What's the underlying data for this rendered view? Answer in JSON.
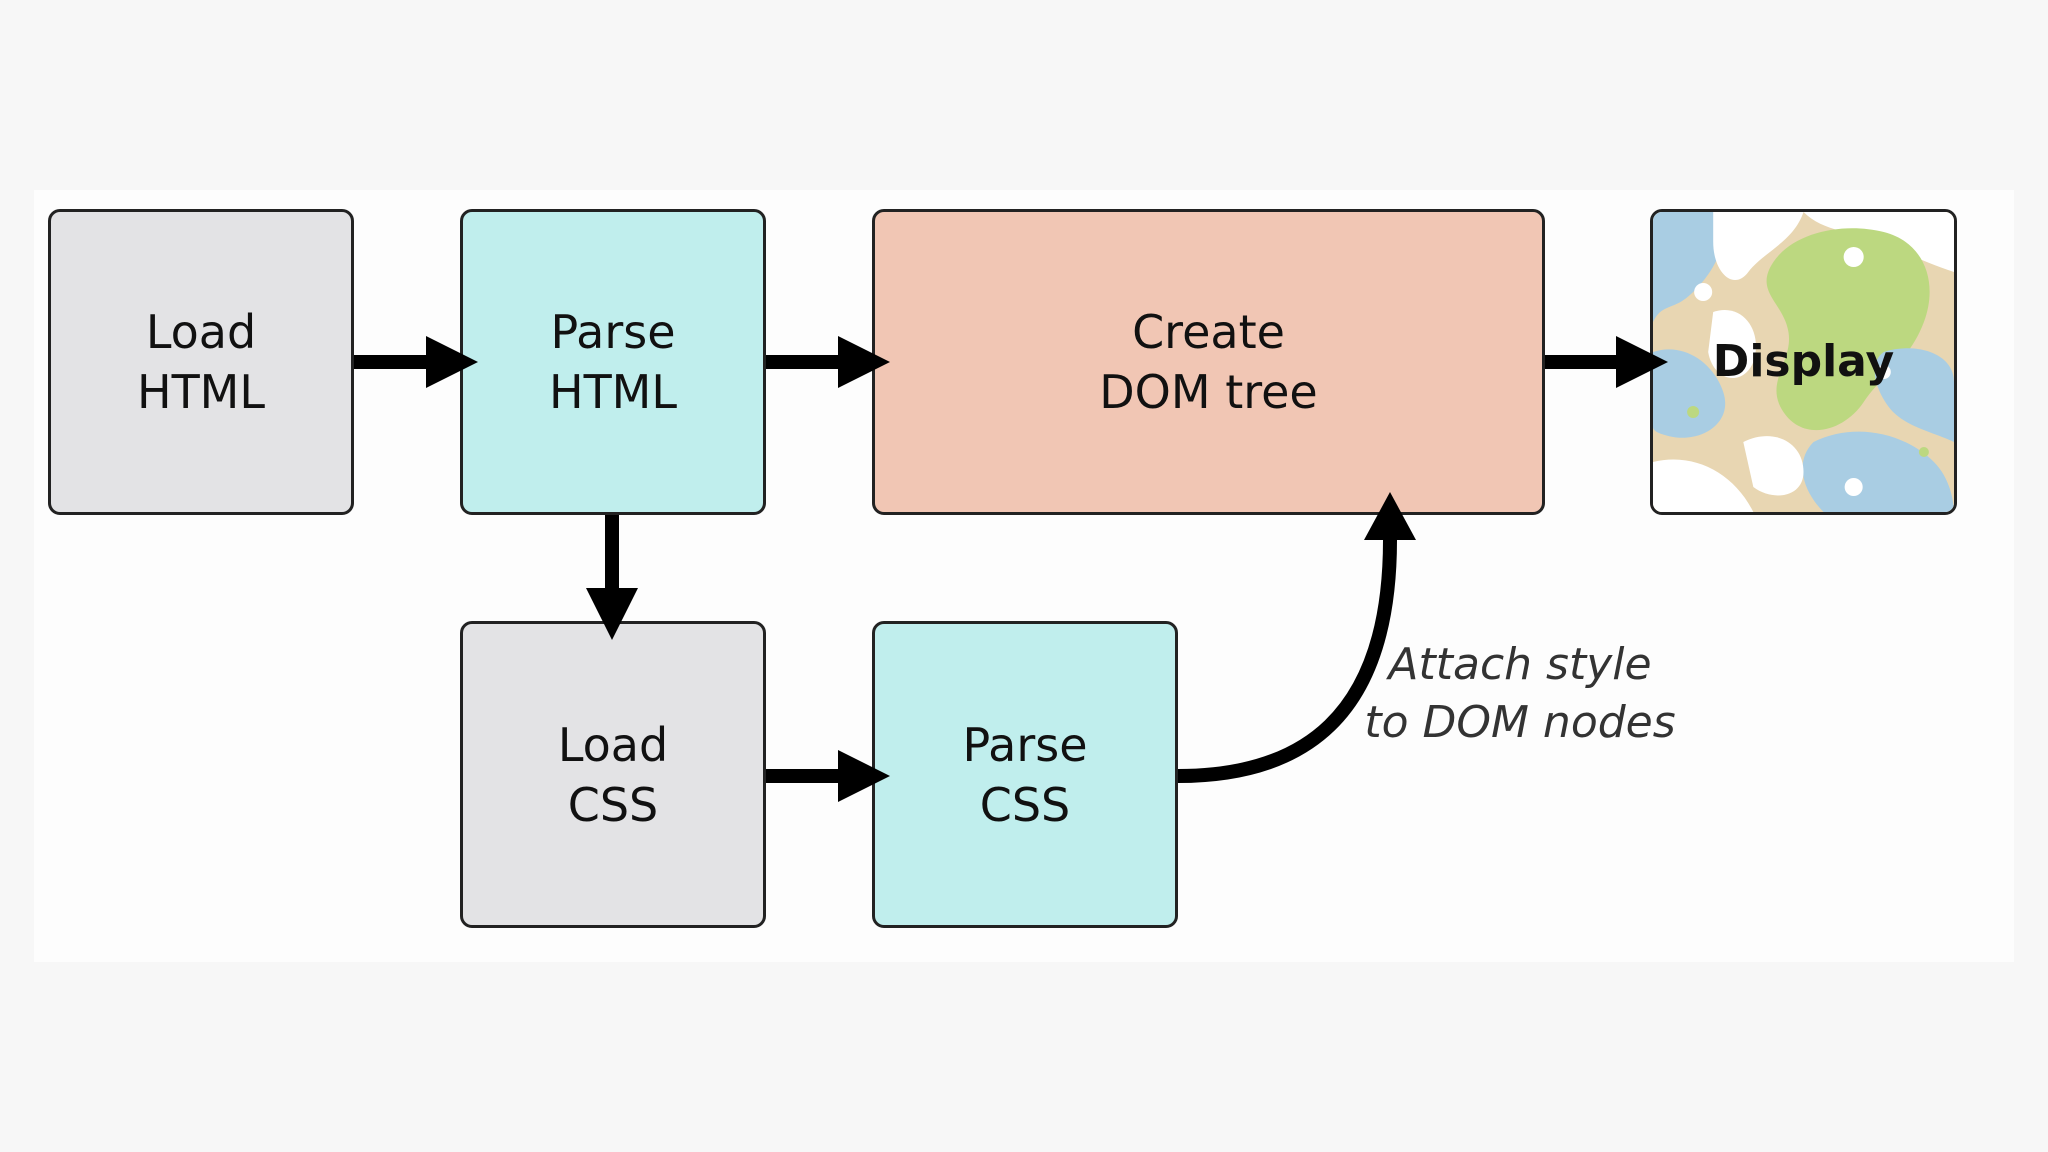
{
  "nodes": {
    "load_html": "Load\nHTML",
    "parse_html": "Parse\nHTML",
    "create_dom": "Create\nDOM tree",
    "display": "Display",
    "load_css": "Load\nCSS",
    "parse_css": "Parse\nCSS"
  },
  "annotation": "Attach style\nto DOM nodes",
  "colors": {
    "grey_box": "#e3e3e5",
    "cyan_box": "#c0eeed",
    "salmon_box": "#f1c6b4",
    "display_bg": "#e8d6b2",
    "display_blue": "#a9cde3",
    "display_green": "#bcd880",
    "arrow": "#000000"
  },
  "edges": [
    {
      "from": "load_html",
      "to": "parse_html"
    },
    {
      "from": "parse_html",
      "to": "create_dom"
    },
    {
      "from": "create_dom",
      "to": "display"
    },
    {
      "from": "parse_html",
      "to": "load_css"
    },
    {
      "from": "load_css",
      "to": "parse_css"
    },
    {
      "from": "parse_css",
      "to": "create_dom"
    }
  ]
}
